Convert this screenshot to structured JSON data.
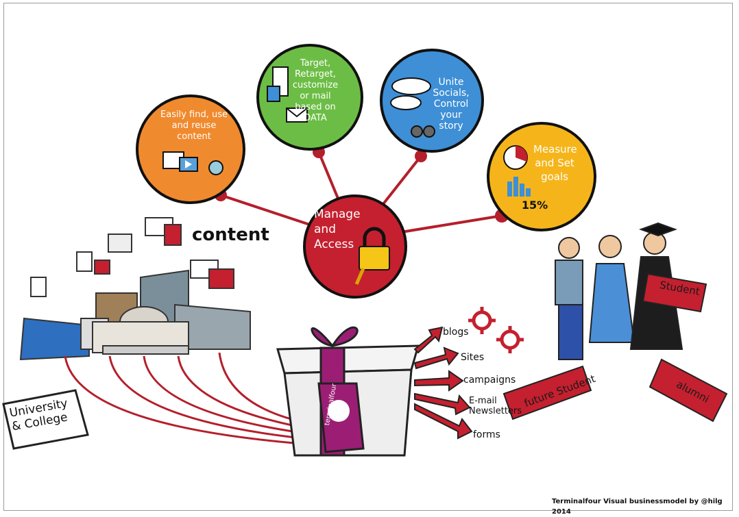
{
  "center": {
    "label": "Manage and Access",
    "icon": "padlock-key-icon",
    "color": "#c4202f"
  },
  "circles": [
    {
      "label": "Easily find, use and reuse content",
      "icon": "media-search-icon",
      "color": "#f08a2e"
    },
    {
      "label": "Target, Retarget, customize or mail based on DATA",
      "icon": "profile-mail-icon",
      "color": "#6cbd45"
    },
    {
      "label": "Unite Socials, Control your story",
      "icon": "speech-binoculars-icon",
      "color": "#3e8fd6"
    },
    {
      "label": "Measure and Set goals",
      "value": "15%",
      "icon": "pie-bar-chart-icon",
      "color": "#f5b51a"
    }
  ],
  "content_label": "content",
  "institution_label": "University & College",
  "gift_brand": "terminalfour",
  "channels": [
    "blogs",
    "Sites",
    "campaigns",
    "E-mail Newsletters",
    "forms"
  ],
  "audience_tags": [
    "Student",
    "future Student",
    "alumni"
  ],
  "credit": "Terminalfour Visual businessmodel by @hilg 2014",
  "colors": {
    "accent_red": "#c4202f",
    "ribbon_purple": "#9b1e74",
    "line_red": "#b41f2b"
  }
}
